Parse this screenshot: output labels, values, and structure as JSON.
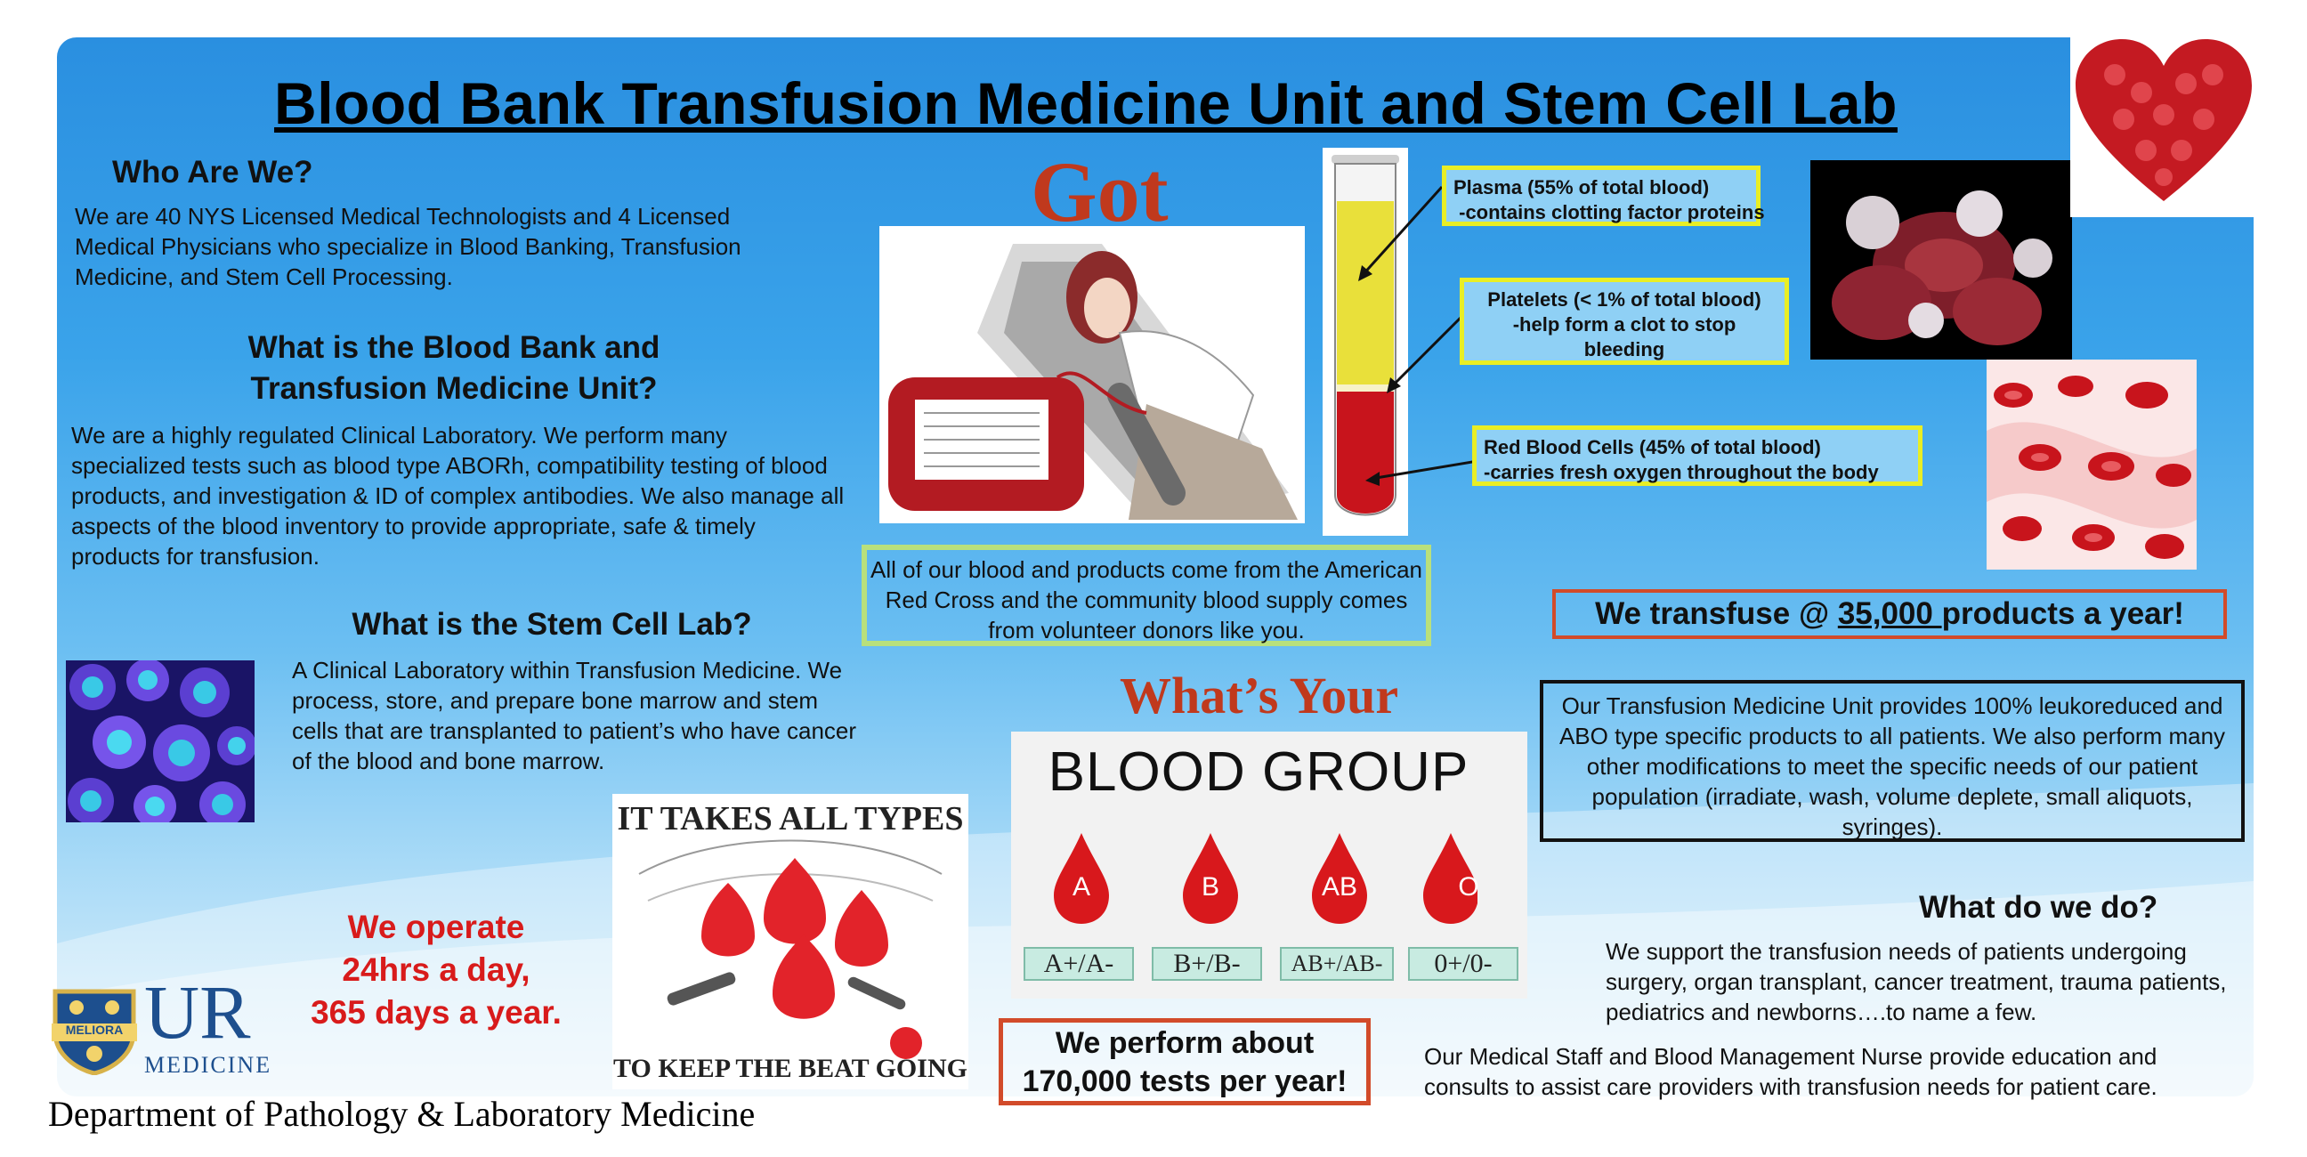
{
  "title": "Blood Bank Transfusion Medicine Unit and Stem Cell Lab",
  "who": {
    "heading": "Who Are We?",
    "text": "We are 40 NYS Licensed Medical Technologists and 4 Licensed Medical Physicians  who specialize in Blood Banking, Transfusion Medicine, and Stem Cell Processing."
  },
  "blood_bank": {
    "heading_line1": "What is the Blood Bank and",
    "heading_line2": "Transfusion Medicine Unit?",
    "text": "We are a highly regulated Clinical Laboratory. We perform many specialized tests such as blood type ABORh, compatibility testing of blood products, and investigation & ID of complex antibodies. We also manage all aspects of the blood inventory to provide appropriate, safe & timely products for transfusion."
  },
  "stem_cell": {
    "heading": "What is the Stem Cell Lab?",
    "text": "A Clinical Laboratory within Transfusion Medicine. We  process, store, and prepare bone marrow and stem cells that are transplanted to patient’s who have cancer of the blood and bone marrow."
  },
  "operate": {
    "line1": "We operate",
    "line2": "24hrs a day,",
    "line3": "365 days a year."
  },
  "logo": {
    "ur": "UR",
    "medicine": "MEDICINE",
    "shield_text": "MELIORA"
  },
  "department": "Department of Pathology & Laboratory Medicine",
  "types_image": {
    "top_text": "IT TAKES ALL TYPES",
    "bottom_text": "TO KEEP THE BEAT GOING"
  },
  "got": "Got",
  "components": {
    "plasma_line1": "Plasma (55% of total blood)",
    "plasma_line2": " -contains clotting factor proteins",
    "platelets_line1": "Platelets (< 1% of total blood)",
    "platelets_line2": "-help form a clot to stop",
    "platelets_line3": "bleeding",
    "rbc_line1": "Red Blood Cells (45% of total blood)",
    "rbc_line2": "-carries fresh oxygen throughout the body"
  },
  "donors": "All of our blood and products come from the American Red Cross and the community blood supply comes from volunteer donors like you.",
  "whats_your": "What’s Your",
  "blood_group": {
    "title": "BLOOD GROUP",
    "drops": [
      "A",
      "B",
      "AB",
      "O"
    ],
    "labels": [
      "A+/A-",
      "B+/B-",
      "AB+/AB-",
      "0+/0-"
    ],
    "drop_color": "#d8181c"
  },
  "tests": {
    "line1": "We perform about",
    "line2": "170,000 tests per year!"
  },
  "transfuse": {
    "pre": "We transfuse @ ",
    "number": "35,000 ",
    "post": "products a year!"
  },
  "unit_text": "Our Transfusion Medicine Unit provides 100% leukoreduced and ABO type specific products to all patients. We also perform many other modifications to meet the specific needs of our patient population (irradiate, wash, volume deplete, small aliquots, syringes).",
  "what_we_do": {
    "heading": "What do we do?",
    "text": "We support the transfusion needs of patients undergoing surgery, organ transplant, cancer treatment, trauma patients, pediatrics and newborns….to name a few."
  },
  "staff_text": "Our Medical Staff and Blood Management Nurse provide education and consults to assist care providers with transfusion needs for patient care.",
  "colors": {
    "accent_red": "#d81b1b",
    "heading_orange": "#c0391d",
    "box_yellow": "#e9ee25",
    "box_green": "#b9e07c",
    "box_orange": "#d24b2a",
    "logo_blue": "#1d4f8e"
  }
}
